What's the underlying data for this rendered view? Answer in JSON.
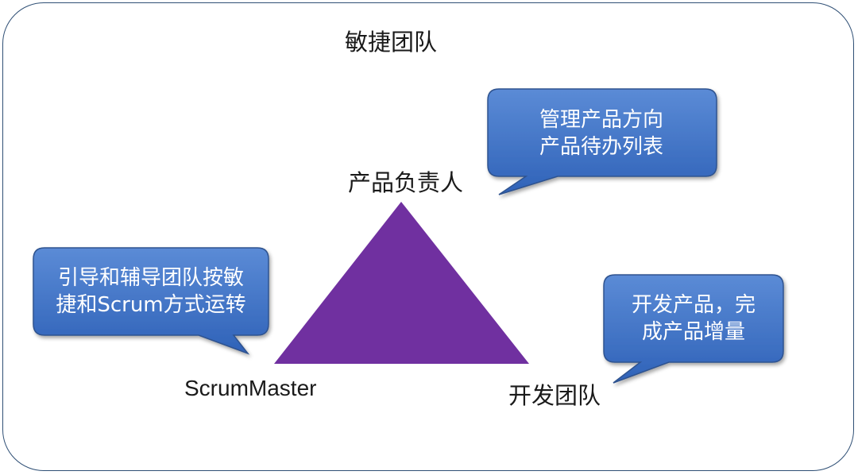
{
  "title": "敏捷团队",
  "colors": {
    "frame_border": "#2f4f75",
    "triangle": "#7030a0",
    "bubble_fill": "#4472c4",
    "bubble_border": "#2f528f",
    "bubble_text": "#ffffff"
  },
  "roles": {
    "product_owner": "产品负责人",
    "scrum_master": "ScrumMaster",
    "dev_team": "开发团队"
  },
  "bubbles": {
    "product_owner": {
      "line1": "管理产品方向",
      "line2": "产品待办列表"
    },
    "scrum_master": {
      "line1": "引导和辅导团队按敏",
      "line2": "捷和Scrum方式运转"
    },
    "dev_team": {
      "line1": "开发产品，完",
      "line2": "成产品增量"
    }
  }
}
